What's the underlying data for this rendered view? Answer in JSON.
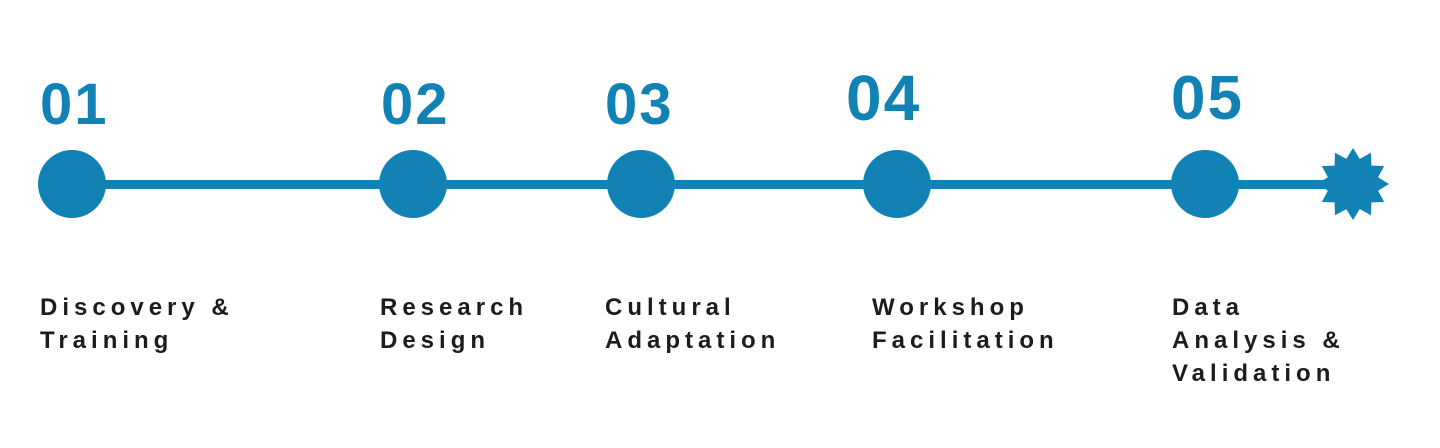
{
  "colors": {
    "accent": "#1282B5",
    "text": "#1C1C1C",
    "background": "#FFFFFF"
  },
  "timeline": {
    "type": "horizontal-process-timeline",
    "step_count": 5,
    "steps": [
      {
        "number": "01",
        "label": "Discovery &\nTraining"
      },
      {
        "number": "02",
        "label": "Research\nDesign"
      },
      {
        "number": "03",
        "label": "Cultural\nAdaptation"
      },
      {
        "number": "04",
        "label": "Workshop\nFacilitation"
      },
      {
        "number": "05",
        "label": "Data\nAnalysis &\nValidation"
      }
    ],
    "end_marker_icon": "starburst-icon"
  }
}
